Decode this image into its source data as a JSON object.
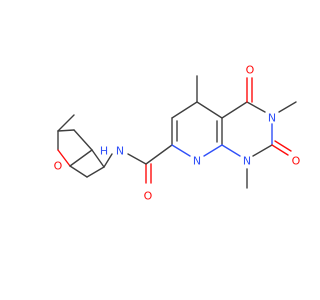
{
  "atoms": {
    "o_ring": "O",
    "nh_n": "N",
    "nh_h": "H",
    "amide_o": "O",
    "n_pyridine": "N",
    "n1": "N",
    "n3": "N",
    "o_c4": "O",
    "o_c2": "O"
  },
  "colors": {
    "bond": "#3f3f3f",
    "oxygen": "#ff0d0d",
    "nitrogen": "#3050f8",
    "background": "#ffffff"
  }
}
